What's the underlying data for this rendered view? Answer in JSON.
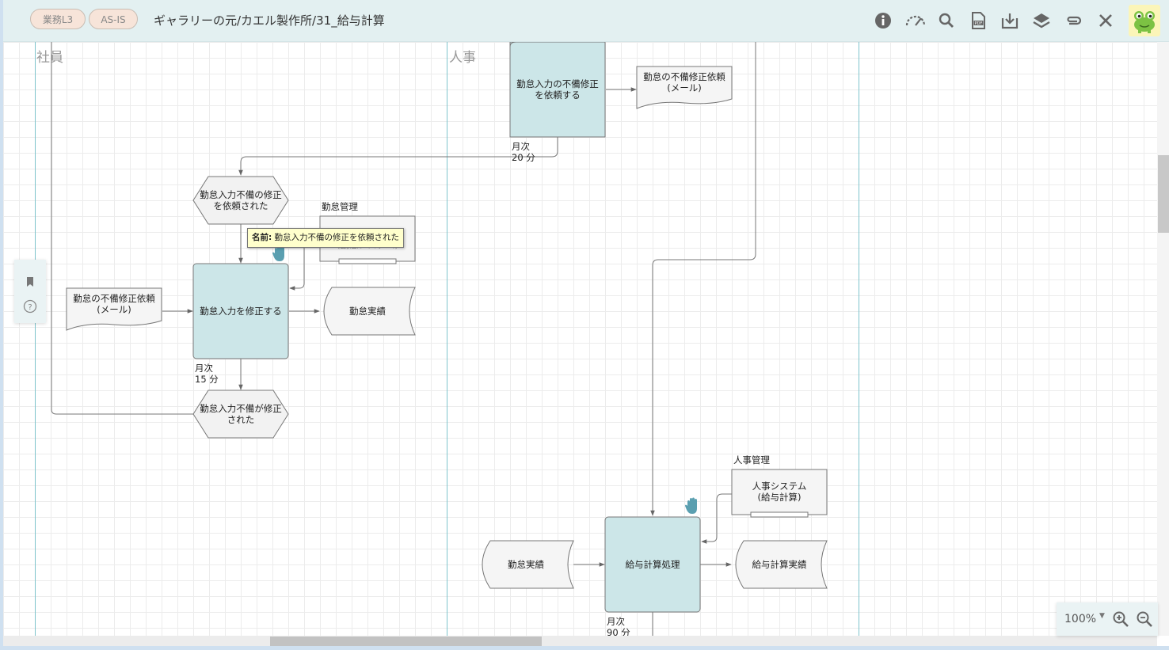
{
  "header": {
    "tags": [
      "業務L3",
      "AS-IS"
    ],
    "title": "ギャラリーの元/カエル製作所/31_給与計算",
    "icons": [
      "info-icon",
      "speed-icon",
      "search-icon",
      "pdf-icon",
      "download-icon",
      "layers-icon",
      "attachment-icon",
      "close-icon",
      "frog-avatar"
    ]
  },
  "lanes": [
    "社員",
    "人事"
  ],
  "shapes": {
    "request_fix_process": "勤怠入力の不備修正\nを依頼する",
    "request_mail_doc_top": "勤怠の不備修正依頼\n(メール)",
    "request_freq_top": "月次\n20 分",
    "fix_requested_event": "勤怠入力不備の修正\nを依頼された",
    "attendance_mgmt_label": "勤怠管理",
    "attendance_system_partial": "(勤怠システム)",
    "request_mail_doc_left": "勤怠の不備修正依頼\n(メール)",
    "fix_input_process": "勤怠入力を修正する",
    "attendance_record_doc": "勤怠実績",
    "fix_freq": "月次\n15 分",
    "fixed_event": "勤怠入力不備が修正\nされた",
    "hr_mgmt_label": "人事管理",
    "hr_system": "人事システム\n(給与計算)",
    "attendance_record_doc_2": "勤怠実績",
    "payroll_process": "給与計算処理",
    "payroll_result_doc": "給与計算実績",
    "payroll_freq": "月次\n90 分"
  },
  "tooltip": {
    "key": "名前:",
    "value": "勤怠入力不備の修正を依頼された"
  },
  "sidepanel": {
    "icons": [
      "bookmark-icon",
      "help-icon"
    ]
  },
  "zoom": {
    "level": "100%"
  },
  "colors": {
    "header_bg": "#e3f0f1",
    "process_fill": "#cce6e8",
    "lane_line": "#7fc4cc",
    "tag_fill": "#f7e4d9",
    "tooltip_bg": "#ffffcc"
  }
}
